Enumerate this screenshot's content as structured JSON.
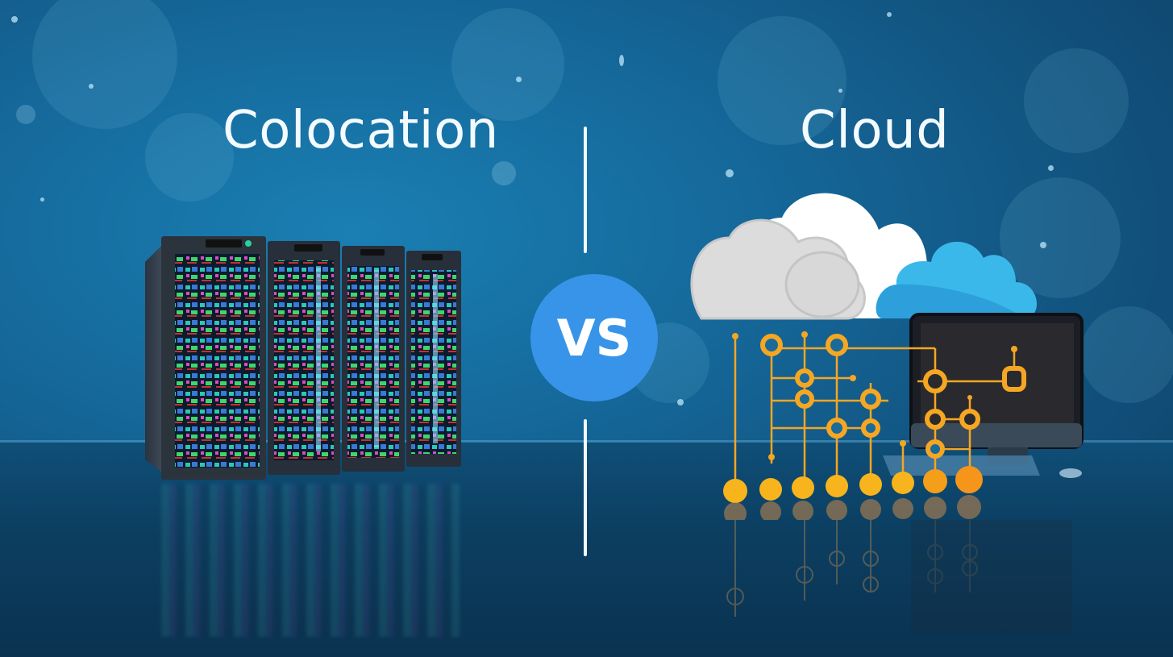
{
  "left": {
    "title": "Colocation",
    "illustration": "server-racks"
  },
  "center": {
    "badge": "VS",
    "badge_color": "#3894e8"
  },
  "right": {
    "title": "Cloud",
    "illustration": "clouds-network-computer"
  },
  "colors": {
    "background": "#15689a",
    "floor": "#0c3f62",
    "node_orange": "#f5a623",
    "cloud_blue": "#3bb8ea",
    "cloud_white": "#f2f2f2",
    "text": "#f4fbff"
  }
}
